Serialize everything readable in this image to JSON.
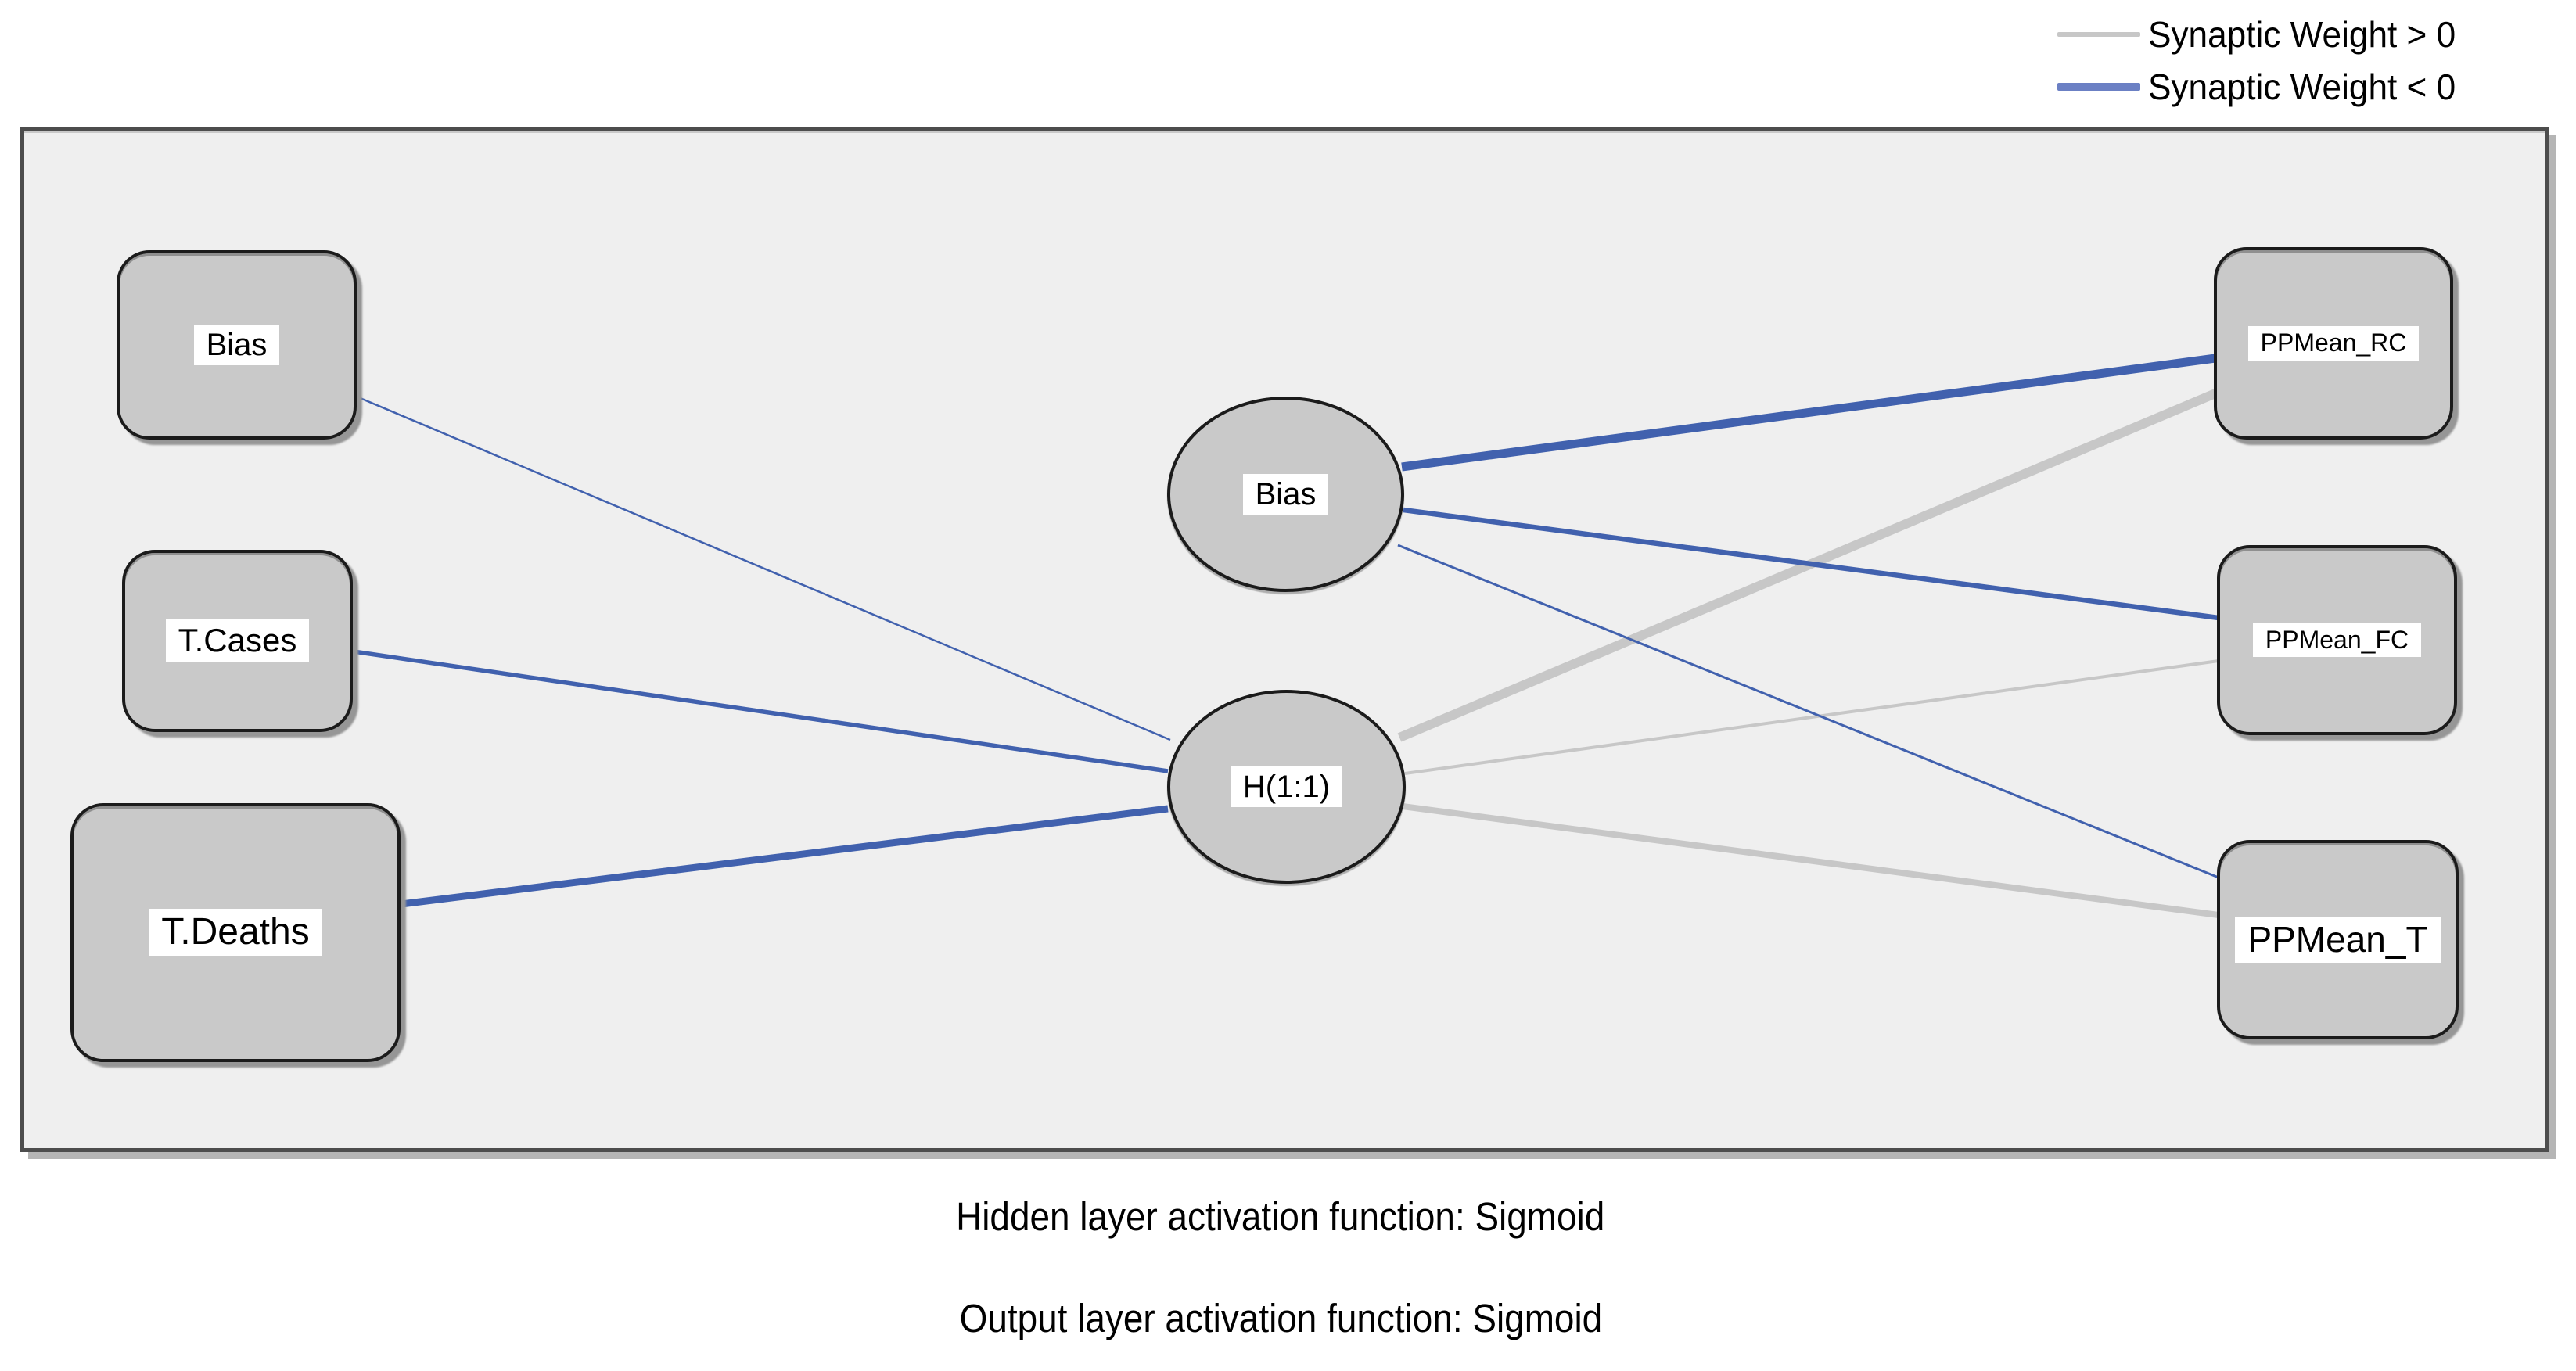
{
  "legend": {
    "items": [
      {
        "label": "Synaptic Weight > 0",
        "sign": "positive"
      },
      {
        "label": "Synaptic Weight < 0",
        "sign": "negative"
      }
    ]
  },
  "colors": {
    "positive_weight_line": "#c7c7c7",
    "negative_weight_line": "#4161ae",
    "negative_weight_legend": "#6b80c4",
    "node_fill": "#c9c9c9",
    "panel_background": "#efefef"
  },
  "network": {
    "input_layer": {
      "bias": {
        "label": "Bias"
      },
      "tcases": {
        "label": "T.Cases"
      },
      "tdeaths": {
        "label": "T.Deaths"
      }
    },
    "hidden_layer": {
      "bias": {
        "label": "Bias"
      },
      "h11": {
        "label": "H(1:1)"
      }
    },
    "output_layer": {
      "rc": {
        "label": "PPMean_RC"
      },
      "fc": {
        "label": "PPMean_FC"
      },
      "t": {
        "label": "PPMean_T"
      }
    },
    "connections": [
      {
        "from": "Bias (input)",
        "to": "H(1:1)",
        "sign": "negative",
        "magnitude": "thin"
      },
      {
        "from": "T.Cases",
        "to": "H(1:1)",
        "sign": "negative",
        "magnitude": "medium"
      },
      {
        "from": "T.Deaths",
        "to": "H(1:1)",
        "sign": "negative",
        "magnitude": "thick"
      },
      {
        "from": "Bias (hidden)",
        "to": "PPMean_RC",
        "sign": "negative",
        "magnitude": "thick"
      },
      {
        "from": "Bias (hidden)",
        "to": "PPMean_FC",
        "sign": "negative",
        "magnitude": "medium"
      },
      {
        "from": "Bias (hidden)",
        "to": "PPMean_T",
        "sign": "negative",
        "magnitude": "thin"
      },
      {
        "from": "H(1:1)",
        "to": "PPMean_RC",
        "sign": "positive",
        "magnitude": "thick"
      },
      {
        "from": "H(1:1)",
        "to": "PPMean_FC",
        "sign": "positive",
        "magnitude": "thin"
      },
      {
        "from": "H(1:1)",
        "to": "PPMean_T",
        "sign": "positive",
        "magnitude": "medium"
      }
    ]
  },
  "captions": {
    "hidden": "Hidden layer activation function: Sigmoid",
    "output": "Output layer activation function: Sigmoid"
  }
}
